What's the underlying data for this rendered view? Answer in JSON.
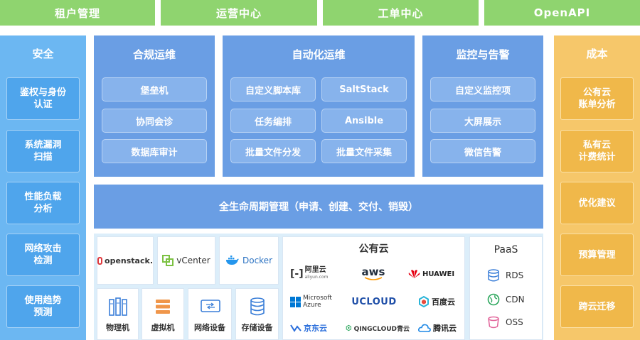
{
  "top_tabs": [
    "租户管理",
    "运营中心",
    "工单中心",
    "OpenAPI"
  ],
  "security": {
    "title": "安全",
    "items": [
      [
        "鉴权与身份",
        "认证"
      ],
      [
        "系统漏洞",
        "扫描"
      ],
      [
        "性能负载",
        "分析"
      ],
      [
        "网络攻击",
        "检测"
      ],
      [
        "使用趋势",
        "预测"
      ]
    ]
  },
  "compliance": {
    "title": "合规运维",
    "items": [
      "堡垒机",
      "协同会诊",
      "数据库审计"
    ]
  },
  "automation": {
    "title": "自动化运维",
    "items": [
      "自定义脚本库",
      "SaltStack",
      "任务编排",
      "Ansible",
      "批量文件分发",
      "批量文件采集"
    ]
  },
  "monitoring": {
    "title": "监控与告警",
    "items": [
      "自定义监控项",
      "大屏展示",
      "微信告警"
    ]
  },
  "cost": {
    "title": "成本",
    "items": [
      [
        "公有云",
        "账单分析"
      ],
      [
        "私有云",
        "计费统计"
      ],
      [
        "优化建议"
      ],
      [
        "预算管理"
      ],
      [
        "跨云迁移"
      ]
    ]
  },
  "lifecycle": "全生命周期管理（申请、创建、交付、销毁）",
  "virtualization": {
    "openstack": "openstack.",
    "vcenter": "vCenter",
    "docker": "Docker"
  },
  "hardware": [
    "物理机",
    "虚拟机",
    "网络设备",
    "存储设备"
  ],
  "public_cloud": {
    "title": "公有云",
    "aliyun": {
      "name": "阿里云",
      "domain": "aliyun.com"
    },
    "aws": "aws",
    "huawei": "HUAWEI",
    "azure": [
      "Microsoft",
      "Azure"
    ],
    "ucloud": "UCLOUD",
    "baidu": "百度云",
    "jd": "京东云",
    "qingcloud": "QINGCLOUD青云",
    "tencent": "腾讯云"
  },
  "paas": {
    "title": "PaaS",
    "items": [
      "RDS",
      "CDN",
      "OSS"
    ]
  },
  "colors": {
    "tab_green": "#8fd46f",
    "security_blue": "#6cb7f2",
    "panel_blue": "#6a9ee4",
    "cost_orange": "#f6c76a",
    "infra_bg": "#dceefa"
  }
}
